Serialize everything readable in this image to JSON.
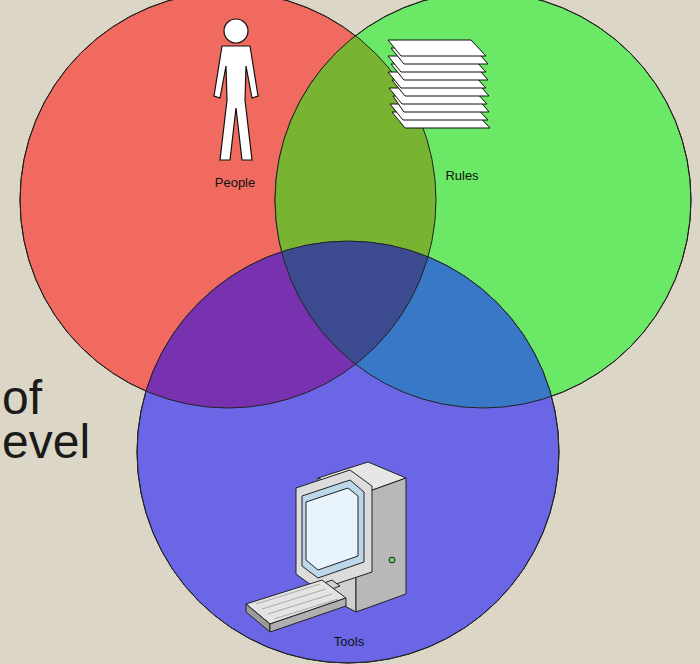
{
  "diagram": {
    "nodes": [
      {
        "text": [
          "People"
        ]
      },
      {
        "text": [
          "Rules"
        ]
      },
      {
        "text": [
          "Tools"
        ]
      }
    ],
    "labels": [
      "of",
      "evel"
    ]
  }
}
